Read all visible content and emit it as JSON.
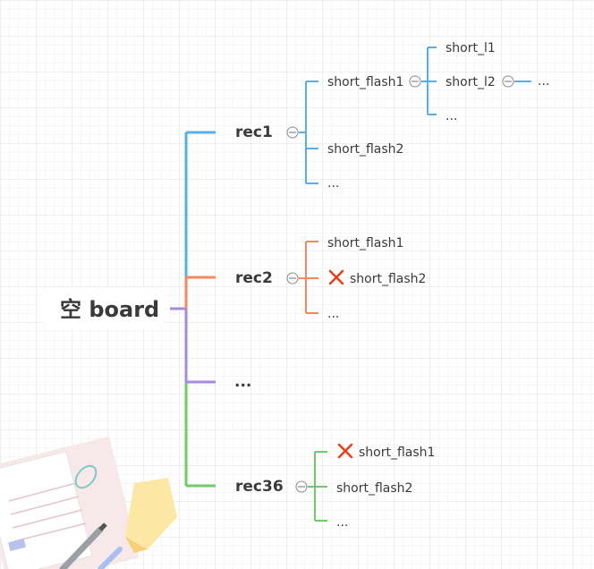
{
  "root": {
    "label": "空 board"
  },
  "branches": [
    {
      "label": "rec1",
      "color": "#5aaee6",
      "children": [
        {
          "label": "short_flash1",
          "collapsible": true,
          "children": [
            {
              "label": "short_l1"
            },
            {
              "label": "short_l2",
              "collapsible": true,
              "children": [
                {
                  "label": "..."
                }
              ]
            },
            {
              "label": "..."
            }
          ]
        },
        {
          "label": "short_flash2"
        },
        {
          "label": "..."
        }
      ]
    },
    {
      "label": "rec2",
      "color": "#f2895f",
      "children": [
        {
          "label": "short_flash1"
        },
        {
          "label": "short_flash2",
          "marked_x": true
        },
        {
          "label": "..."
        }
      ]
    },
    {
      "label": "...",
      "color": "#a58ae2",
      "children": []
    },
    {
      "label": "rec36",
      "color": "#72c96c",
      "children": [
        {
          "label": "short_flash1",
          "marked_x": true
        },
        {
          "label": "short_flash2"
        },
        {
          "label": "..."
        }
      ]
    }
  ],
  "colors": {
    "root_connector": "#a58ae2",
    "cross_mark": "#e8421f"
  }
}
